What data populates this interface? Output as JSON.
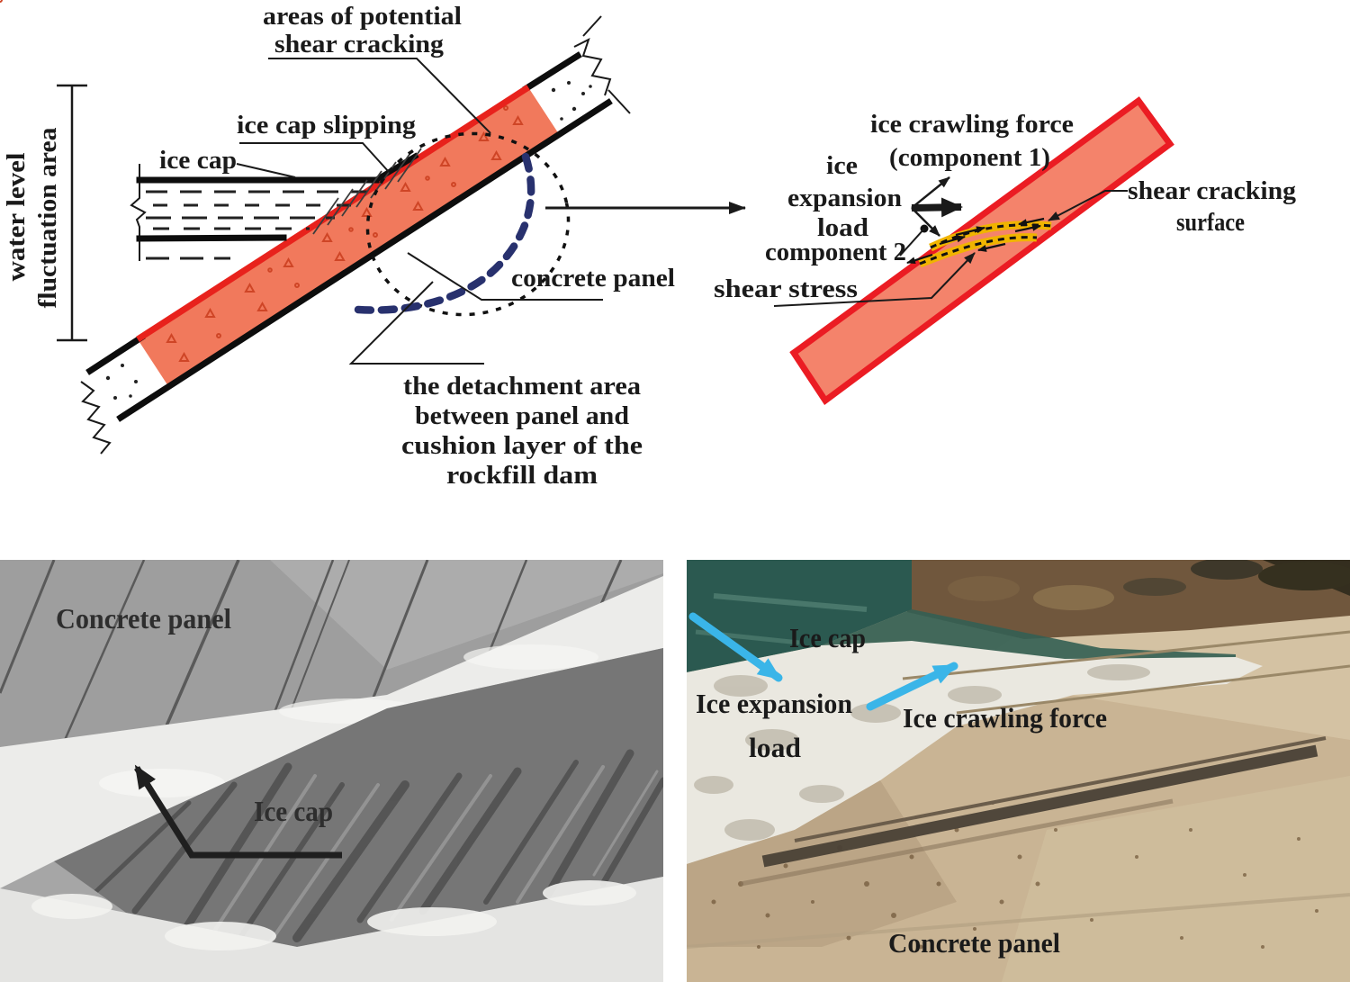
{
  "colors": {
    "panel_fill_left": "#f1795c",
    "panel_edge_red": "#e8221c",
    "panel_fill_right": "#f4836b",
    "panel_border_right": "#eb1c23",
    "detachment_dash_navy": "#28316e",
    "crack_band_yellow": "#f0b400",
    "leader_black": "#1a1a1a",
    "photo_label_yellow": "#f2e300",
    "cyan_arrow": "#3ab5e8",
    "photo_left_label_dark": "#2e2e2e"
  },
  "left_diagram": {
    "labels": {
      "areas_line1": "areas of potential",
      "areas_line2": "shear cracking",
      "ice_cap_slipping": "ice cap slipping",
      "ice_cap": "ice cap",
      "water_level_line1": "water level",
      "water_level_line2": "fluctuation area",
      "concrete_panel": "concrete panel",
      "detachment_line1": "the detachment area",
      "detachment_line2": "between panel and",
      "detachment_line3": "cushion layer of  the",
      "detachment_line4": "rockfill dam"
    }
  },
  "right_diagram": {
    "labels": {
      "ice_crawling_line1": "ice crawling force",
      "ice_crawling_line2": "(component 1)",
      "expansion_line1": "ice",
      "expansion_line2": "expansion",
      "expansion_line3": "load",
      "component2": "component 2",
      "shear_stress": "shear stress",
      "shear_cracking_line1": "shear cracking",
      "shear_cracking_line2": "surface"
    }
  },
  "photo_left": {
    "labels": {
      "concrete_panel": "Concrete panel",
      "ice_cap": "Ice cap"
    }
  },
  "photo_right": {
    "labels": {
      "ice_cap": "Ice cap",
      "ice_expansion_line1": "Ice expansion",
      "ice_expansion_line2": "load",
      "ice_crawling_force": "Ice crawling force",
      "concrete_panel": "Concrete panel"
    }
  }
}
